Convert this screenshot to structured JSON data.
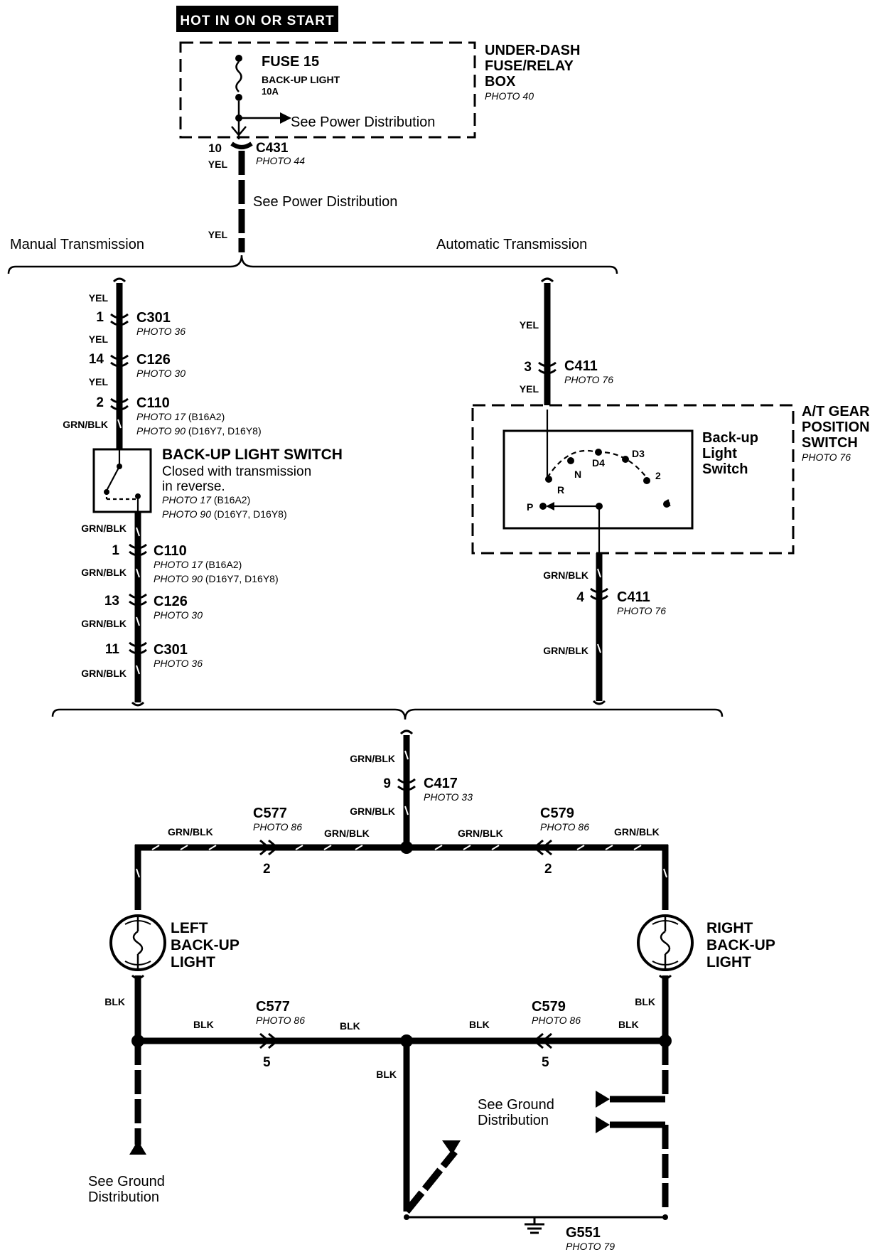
{
  "header": {
    "banner": "HOT IN ON OR START"
  },
  "fuse_box": {
    "fuse": "FUSE 15",
    "fuse_name": "BACK-UP LIGHT",
    "fuse_rating": "10A",
    "see_power": "See Power Distribution",
    "title_lines": [
      "UNDER-DASH",
      "FUSE/RELAY",
      "BOX"
    ],
    "photo": "PHOTO 40"
  },
  "c431": {
    "pin": "10",
    "name": "C431",
    "photo": "PHOTO 44",
    "wire": "YEL"
  },
  "trunk": {
    "see_power": "See Power Distribution",
    "wire": "YEL"
  },
  "branches": {
    "manual": "Manual Transmission",
    "automatic": "Automatic Transmission"
  },
  "manual": {
    "c301_top": {
      "pin": "1",
      "name": "C301",
      "photo": "PHOTO 36"
    },
    "c126_top": {
      "pin": "14",
      "name": "C126",
      "photo": "PHOTO 30"
    },
    "c110_top": {
      "pin": "2",
      "name": "C110",
      "photo1": "PHOTO 17",
      "var1": "(B16A2)",
      "photo2": "PHOTO 90",
      "var2": "(D16Y7, D16Y8)"
    },
    "wire_yel": "YEL",
    "wire_grn": "GRN/BLK",
    "switch": {
      "title": "BACK-UP LIGHT SWITCH",
      "desc1": "Closed with transmission",
      "desc2": "in reverse.",
      "photo1": "PHOTO 17",
      "var1": "(B16A2)",
      "photo2": "PHOTO 90",
      "var2": "(D16Y7, D16Y8)"
    },
    "c110_bot": {
      "pin": "1",
      "name": "C110",
      "photo1": "PHOTO 17",
      "var1": "(B16A2)",
      "photo2": "PHOTO 90",
      "var2": "(D16Y7, D16Y8)"
    },
    "c126_bot": {
      "pin": "13",
      "name": "C126",
      "photo": "PHOTO 30"
    },
    "c301_bot": {
      "pin": "11",
      "name": "C301",
      "photo": "PHOTO 36"
    }
  },
  "automatic": {
    "wire_yel": "YEL",
    "wire_grn": "GRN/BLK",
    "c411_top": {
      "pin": "3",
      "name": "C411",
      "photo": "PHOTO 76"
    },
    "gear_switch": {
      "title_lines": [
        "A/T GEAR",
        "POSITION",
        "SWITCH"
      ],
      "photo": "PHOTO 76",
      "inner_lines": [
        "Back-up",
        "Light",
        "Switch"
      ],
      "positions": [
        "P",
        "R",
        "N",
        "D4",
        "D3",
        "2",
        "1"
      ]
    },
    "c411_bot": {
      "pin": "4",
      "name": "C411",
      "photo": "PHOTO 76"
    }
  },
  "c417": {
    "pin": "9",
    "name": "C417",
    "photo": "PHOTO 33",
    "wire": "GRN/BLK"
  },
  "lights": {
    "left": {
      "name_lines": [
        "LEFT",
        "BACK-UP",
        "LIGHT"
      ]
    },
    "right": {
      "name_lines": [
        "RIGHT",
        "BACK-UP",
        "LIGHT"
      ]
    },
    "c577": {
      "name": "C577",
      "photo": "PHOTO 86",
      "pin_top": "2",
      "pin_bot": "5"
    },
    "c579": {
      "name": "C579",
      "photo": "PHOTO 86",
      "pin_top": "2",
      "pin_bot": "5"
    },
    "wire_grn": "GRN/BLK",
    "wire_blk": "BLK"
  },
  "ground": {
    "see_ground_left": [
      "See Ground",
      "Distribution"
    ],
    "see_ground_right": [
      "See Ground",
      "Distribution"
    ],
    "g551": {
      "name": "G551",
      "photo": "PHOTO 79"
    }
  }
}
